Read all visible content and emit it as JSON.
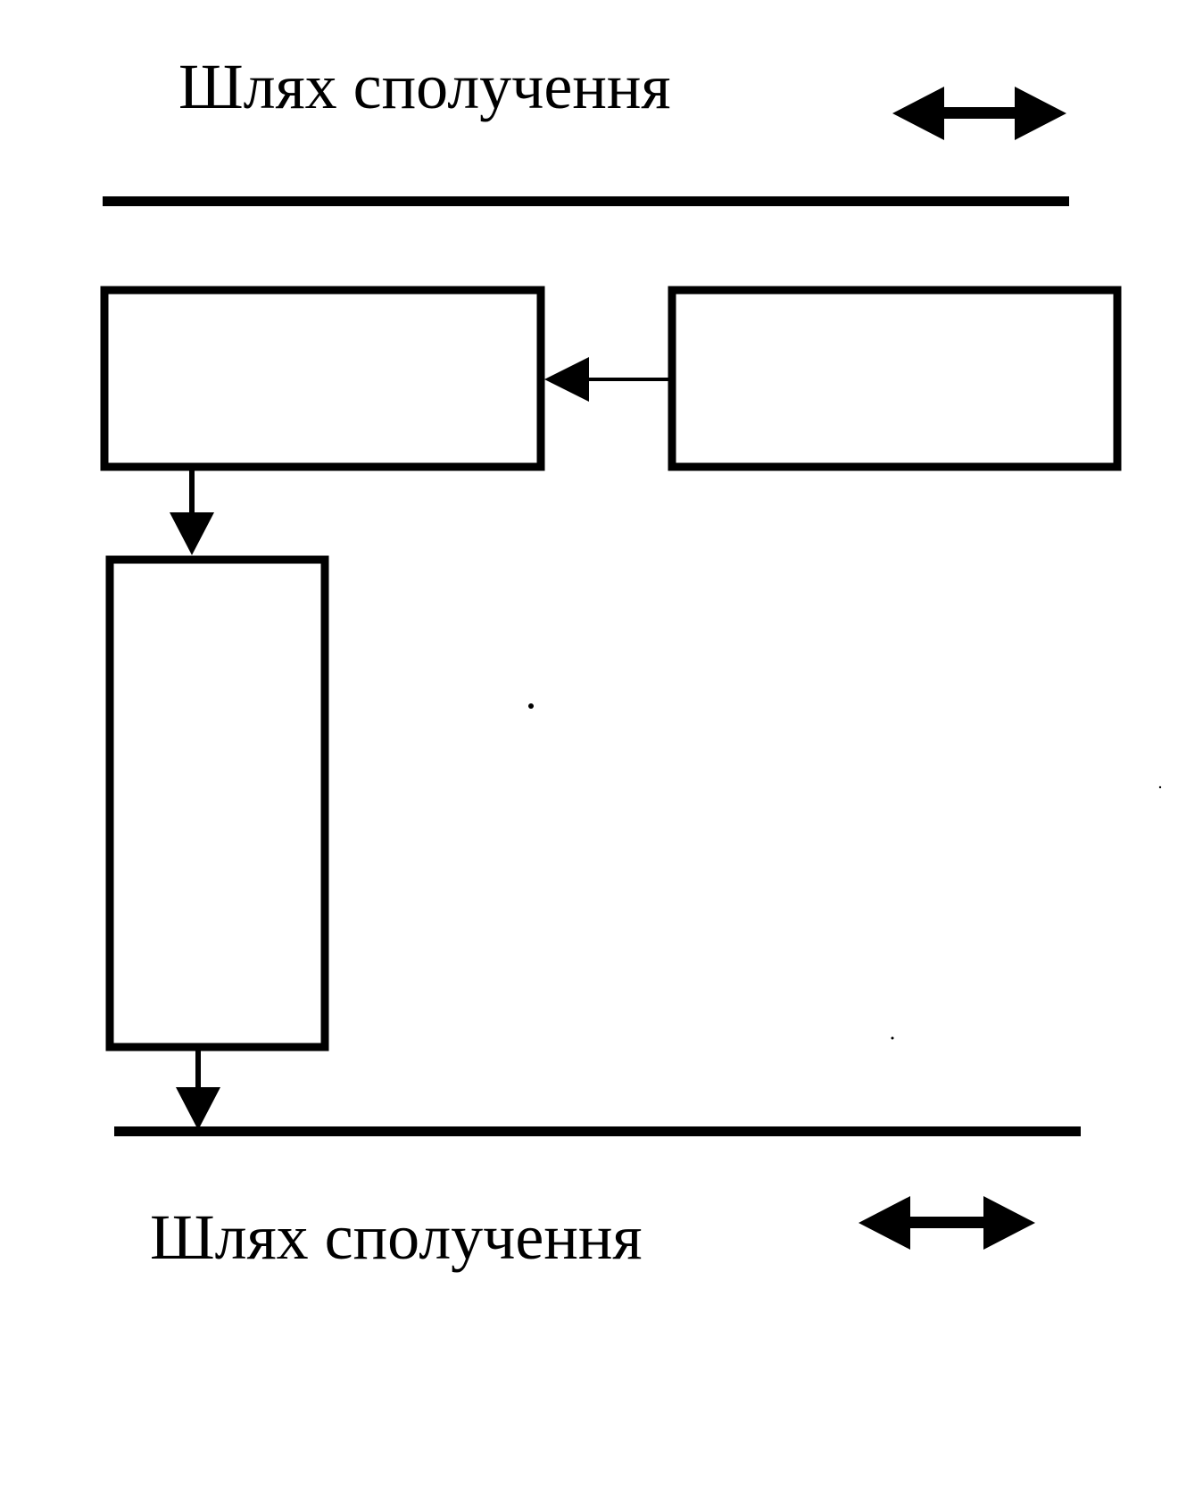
{
  "diagram": {
    "top_route_label": "Шлях сполучення",
    "bottom_route_label": "Шлях сполучення",
    "stroke_color": "#000000",
    "background_color": "#ffffff",
    "icons": {
      "top_bidirectional_arrow": "double-headed-horizontal-arrow",
      "bottom_bidirectional_arrow": "double-headed-horizontal-arrow"
    }
  }
}
